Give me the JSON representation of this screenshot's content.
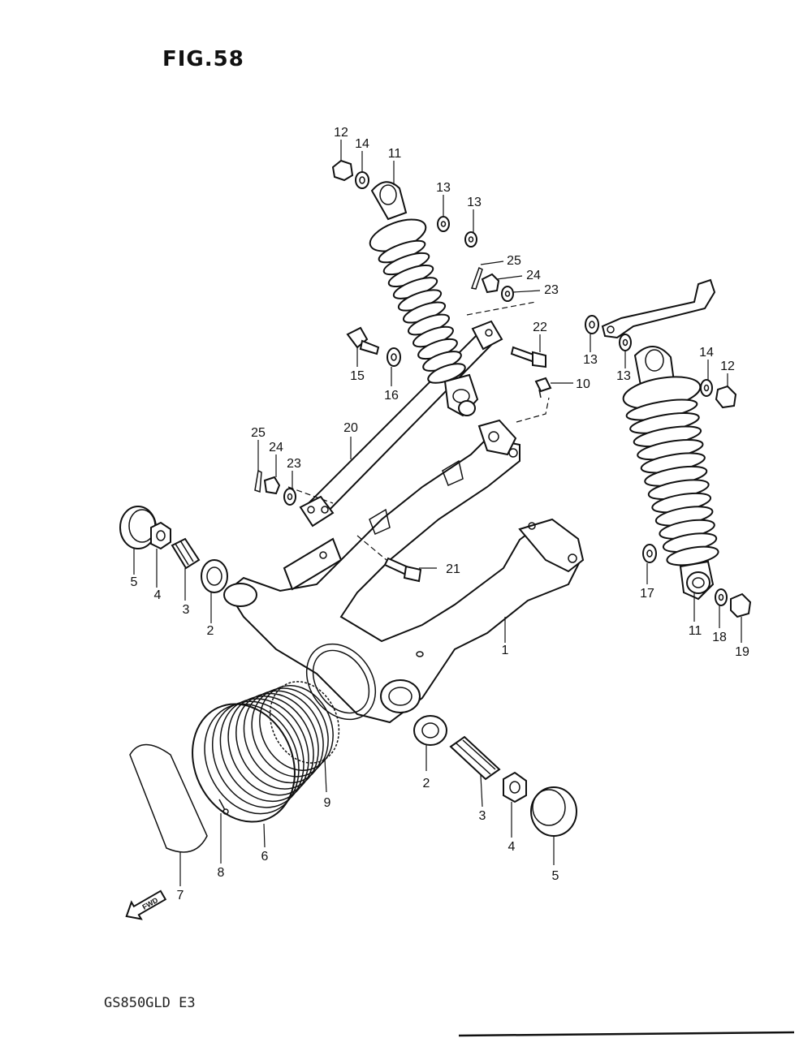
{
  "figure": {
    "title": "FIG.58",
    "model_code": "GS850GLD E3",
    "fwd_label": "FWD"
  },
  "callouts": [
    {
      "id": "c12a",
      "label": "12"
    },
    {
      "id": "c14a",
      "label": "14"
    },
    {
      "id": "c11a",
      "label": "11"
    },
    {
      "id": "c13a",
      "label": "13"
    },
    {
      "id": "c13b",
      "label": "13"
    },
    {
      "id": "c25a",
      "label": "25"
    },
    {
      "id": "c24a",
      "label": "24"
    },
    {
      "id": "c23a",
      "label": "23"
    },
    {
      "id": "c22",
      "label": "22"
    },
    {
      "id": "c13c",
      "label": "13"
    },
    {
      "id": "c13d",
      "label": "13"
    },
    {
      "id": "c14b",
      "label": "14"
    },
    {
      "id": "c12b",
      "label": "12"
    },
    {
      "id": "c10",
      "label": "10"
    },
    {
      "id": "c15",
      "label": "15"
    },
    {
      "id": "c16",
      "label": "16"
    },
    {
      "id": "c20",
      "label": "20"
    },
    {
      "id": "c25b",
      "label": "25"
    },
    {
      "id": "c24b",
      "label": "24"
    },
    {
      "id": "c23b",
      "label": "23"
    },
    {
      "id": "c5a",
      "label": "5"
    },
    {
      "id": "c4a",
      "label": "4"
    },
    {
      "id": "c3a",
      "label": "3"
    },
    {
      "id": "c2a",
      "label": "2"
    },
    {
      "id": "c21",
      "label": "21"
    },
    {
      "id": "c1",
      "label": "1"
    },
    {
      "id": "c17",
      "label": "17"
    },
    {
      "id": "c11b",
      "label": "11"
    },
    {
      "id": "c18",
      "label": "18"
    },
    {
      "id": "c19",
      "label": "19"
    },
    {
      "id": "c2b",
      "label": "2"
    },
    {
      "id": "c9",
      "label": "9"
    },
    {
      "id": "c3b",
      "label": "3"
    },
    {
      "id": "c4b",
      "label": "4"
    },
    {
      "id": "c5b",
      "label": "5"
    },
    {
      "id": "c6",
      "label": "6"
    },
    {
      "id": "c8",
      "label": "8"
    },
    {
      "id": "c7",
      "label": "7"
    }
  ]
}
